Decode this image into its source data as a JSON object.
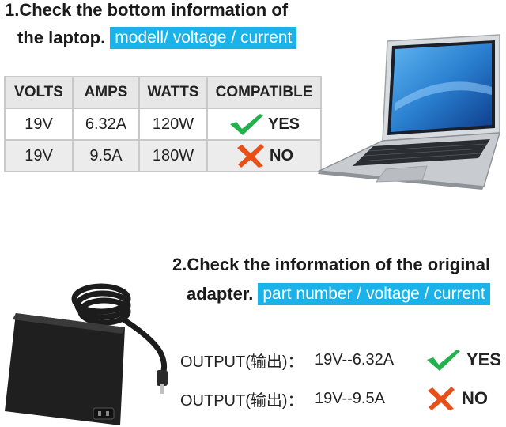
{
  "step1": {
    "line1": "1.Check the bottom information of",
    "line2": "the laptop.",
    "highlight": "modell/ voltage / current"
  },
  "table": {
    "headers": [
      "VOLTS",
      "AMPS",
      "WATTS",
      "COMPATIBLE"
    ],
    "rows": [
      {
        "volts": "19V",
        "amps": "6.32A",
        "watts": "120W",
        "compatible": "YES",
        "mark": "check-icon"
      },
      {
        "volts": "19V",
        "amps": "9.5A",
        "watts": "180W",
        "compatible": "NO",
        "mark": "cross-icon"
      }
    ]
  },
  "step2": {
    "line1": "2.Check the information of the original",
    "line2": "adapter.",
    "highlight": "part number / voltage / current"
  },
  "outputs": [
    {
      "label": "OUTPUT(输出)：",
      "value": "19V--6.32A",
      "result": "YES",
      "mark": "check-icon"
    },
    {
      "label": "OUTPUT(输出)：",
      "value": "19V--9.5A",
      "result": "NO",
      "mark": "cross-icon"
    }
  ],
  "colors": {
    "highlight": "#1ab2e8",
    "check": "#22b14c",
    "cross": "#e8501a"
  }
}
